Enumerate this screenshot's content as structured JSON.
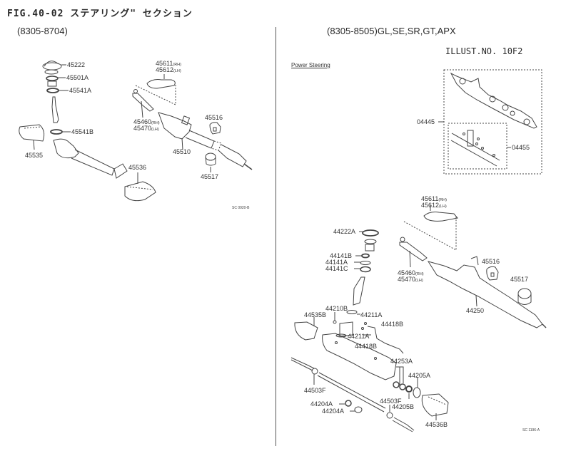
{
  "header": {
    "figure_title": "FIG.40-02 ステアリング\" セクション",
    "left_range": "(8305-8704)",
    "right_range": "(8305-8505)GL,SE,SR,GT,APX",
    "illust_no": "ILLUST.NO. 10F2",
    "section_label": "Power Steering"
  },
  "left_diagram": {
    "code": "SC 0920-B",
    "parts": [
      {
        "id": "p45222",
        "num": "45222"
      },
      {
        "id": "p45501A",
        "num": "45501A"
      },
      {
        "id": "p45541A",
        "num": "45541A"
      },
      {
        "id": "p45541B",
        "num": "45541B"
      },
      {
        "id": "p45535",
        "num": "45535"
      },
      {
        "id": "p45536",
        "num": "45536"
      },
      {
        "id": "p45611",
        "num": "45611",
        "suffix": "(RH)"
      },
      {
        "id": "p45612",
        "num": "45612",
        "suffix": "(LH)"
      },
      {
        "id": "p45460",
        "num": "45460",
        "suffix": "(RH)"
      },
      {
        "id": "p45470",
        "num": "45470",
        "suffix": "(LH)"
      },
      {
        "id": "p45510",
        "num": "45510"
      },
      {
        "id": "p45516",
        "num": "45516"
      },
      {
        "id": "p45517",
        "num": "45517"
      }
    ]
  },
  "right_diagram": {
    "code": "SC 1196-A",
    "parts": [
      {
        "id": "r04445",
        "num": "04445"
      },
      {
        "id": "r04455",
        "num": "04455"
      },
      {
        "id": "r45611",
        "num": "45611",
        "suffix": "(RH)"
      },
      {
        "id": "r45612",
        "num": "45612",
        "suffix": "(LH)"
      },
      {
        "id": "r44222A",
        "num": "44222A"
      },
      {
        "id": "r44141B",
        "num": "44141B"
      },
      {
        "id": "r44141A",
        "num": "44141A"
      },
      {
        "id": "r44141C",
        "num": "44141C"
      },
      {
        "id": "r45460",
        "num": "45460",
        "suffix": "(RH)"
      },
      {
        "id": "r45470",
        "num": "45470",
        "suffix": "(LH)"
      },
      {
        "id": "r45516",
        "num": "45516"
      },
      {
        "id": "r45517",
        "num": "45517"
      },
      {
        "id": "r44250",
        "num": "44250"
      },
      {
        "id": "r44210B",
        "num": "44210B"
      },
      {
        "id": "r44211A_1",
        "num": "44211A"
      },
      {
        "id": "r44535B",
        "num": "44535B"
      },
      {
        "id": "r44418B_1",
        "num": "44418B"
      },
      {
        "id": "r44211A_2",
        "num": "44211A"
      },
      {
        "id": "r44418B_2",
        "num": "44418B"
      },
      {
        "id": "r44253A",
        "num": "44253A"
      },
      {
        "id": "r44205A",
        "num": "44205A"
      },
      {
        "id": "r44503F_1",
        "num": "44503F"
      },
      {
        "id": "r44503F_2",
        "num": "44503F"
      },
      {
        "id": "r44205B",
        "num": "44205B"
      },
      {
        "id": "r44204A_1",
        "num": "44204A"
      },
      {
        "id": "r44204A_2",
        "num": "44204A"
      },
      {
        "id": "r44536B",
        "num": "44536B"
      }
    ]
  }
}
